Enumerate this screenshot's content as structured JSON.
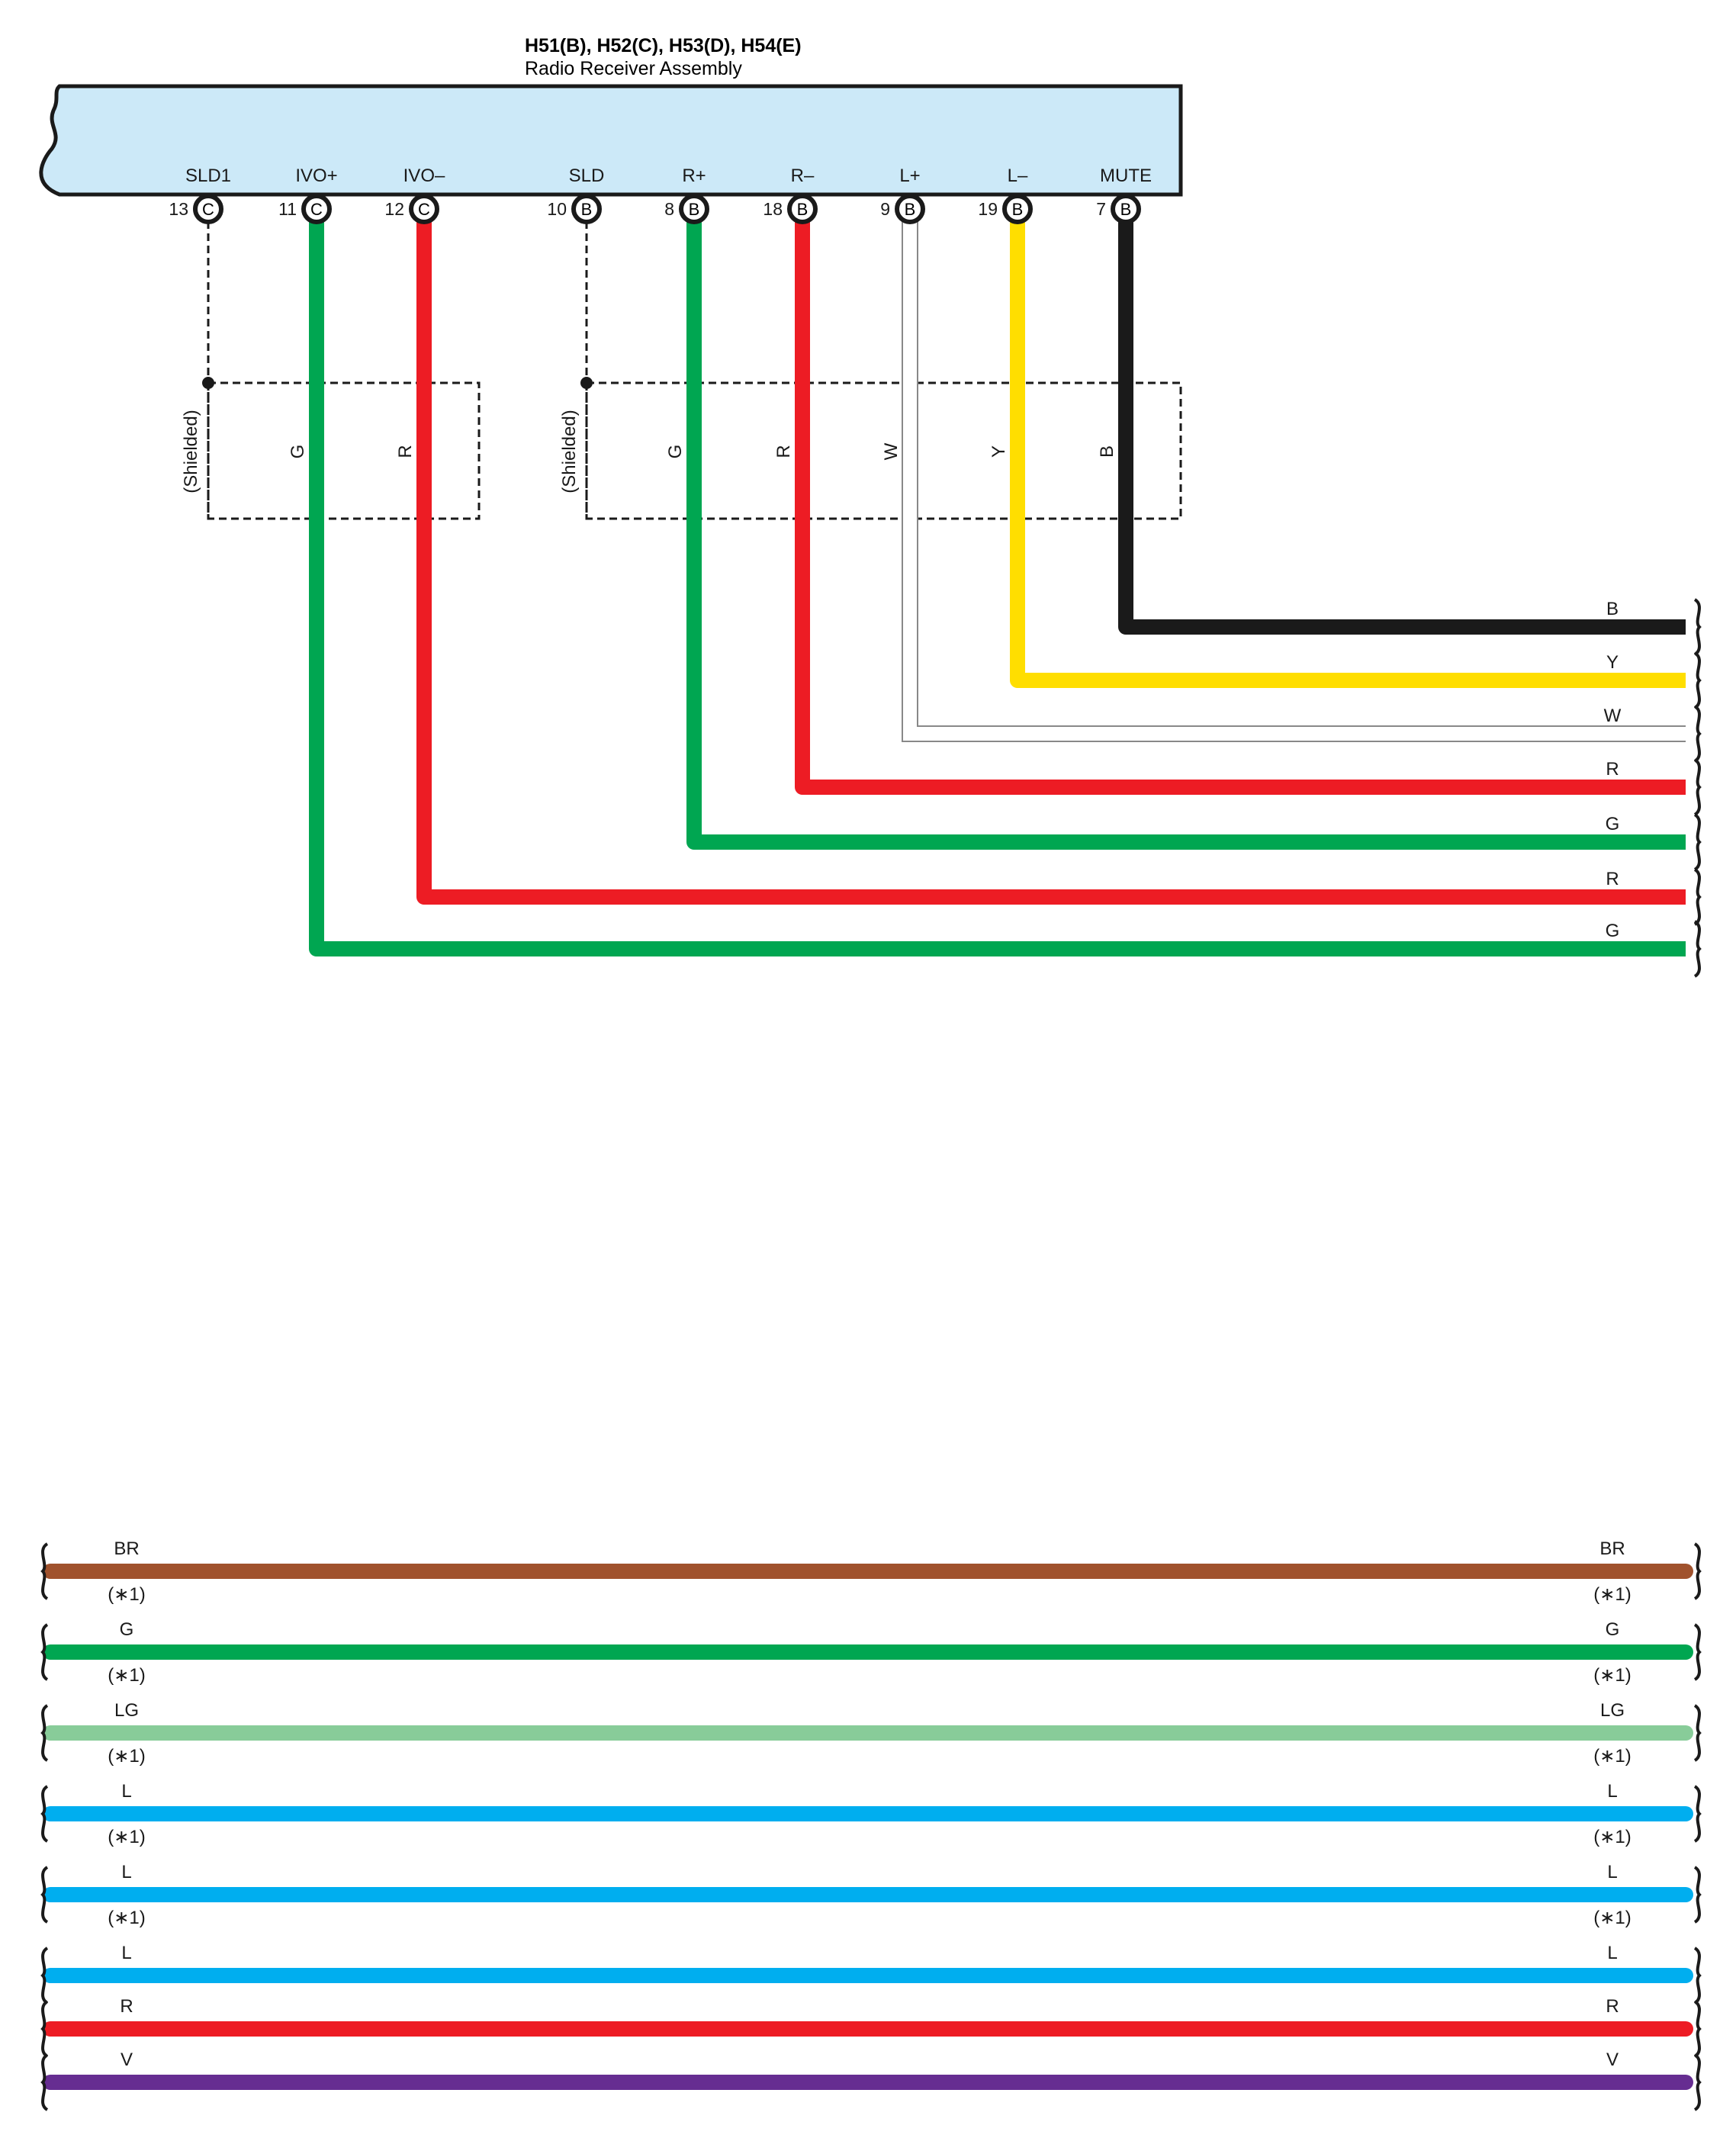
{
  "header": {
    "connectors": "H51(B), H52(C), H53(D), H54(E)",
    "component": "Radio Receiver Assembly"
  },
  "pins": [
    {
      "name": "SLD1",
      "num": "13",
      "conn": "C"
    },
    {
      "name": "IVO+",
      "num": "11",
      "conn": "C"
    },
    {
      "name": "IVO–",
      "num": "12",
      "conn": "C"
    },
    {
      "name": "SLD",
      "num": "10",
      "conn": "B"
    },
    {
      "name": "R+",
      "num": "8",
      "conn": "B"
    },
    {
      "name": "R–",
      "num": "18",
      "conn": "B"
    },
    {
      "name": "L+",
      "num": "9",
      "conn": "B"
    },
    {
      "name": "L–",
      "num": "19",
      "conn": "B"
    },
    {
      "name": "MUTE",
      "num": "7",
      "conn": "B"
    }
  ],
  "shield_labels": [
    "(Shielded)",
    "(Shielded)"
  ],
  "vertical_wire_labels": [
    "G",
    "R",
    "G",
    "R",
    "W",
    "Y",
    "B"
  ],
  "right_wire_labels": [
    "B",
    "Y",
    "W",
    "R",
    "G",
    "R",
    "G"
  ],
  "bottom_wires": [
    {
      "left": "BR",
      "right": "BR",
      "note": "(∗1)",
      "color": "#a0522d"
    },
    {
      "left": "G",
      "right": "G",
      "note": "(∗1)",
      "color": "#00a651"
    },
    {
      "left": "LG",
      "right": "LG",
      "note": "(∗1)",
      "color": "#88cc99"
    },
    {
      "left": "L",
      "right": "L",
      "note": "(∗1)",
      "color": "#00aeef"
    },
    {
      "left": "L",
      "right": "L",
      "note": "(∗1)",
      "color": "#00aeef"
    },
    {
      "left": "L",
      "right": "L",
      "note": "",
      "color": "#00aeef"
    },
    {
      "left": "R",
      "right": "R",
      "note": "",
      "color": "#ed1c24"
    },
    {
      "left": "V",
      "right": "V",
      "note": "",
      "color": "#662d91"
    }
  ],
  "colors": {
    "green": "#00a651",
    "red": "#ed1c24",
    "yellow": "#ffde00",
    "black": "#1a1a1a",
    "white_wire": "#888888",
    "component_fill": "#cce9f8"
  }
}
